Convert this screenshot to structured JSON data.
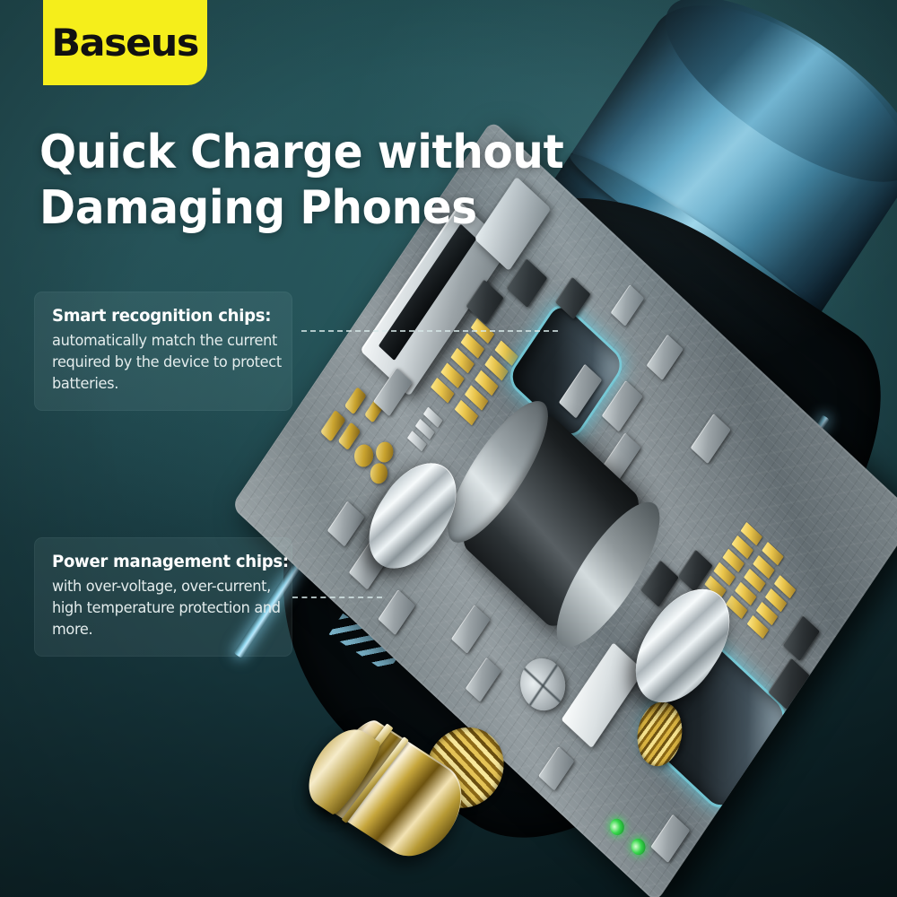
{
  "brand": {
    "logo_text": "Baseus",
    "logo_bg": "#f5ee1b",
    "logo_fg": "#111111"
  },
  "headline": {
    "line1": "Quick Charge without",
    "line2": "Damaging Phones",
    "color": "#ffffff"
  },
  "callouts": [
    {
      "title": "Smart recognition chips:",
      "body": "automatically match the current required by the device to protect batteries."
    },
    {
      "title": "Power management chips:",
      "body": "with over-voltage, over-current, high temperature protection and more."
    }
  ],
  "theme": {
    "background_dark": "#081a1e",
    "background_mid": "#1e444a",
    "background_light": "#2a5e63",
    "accent_cyan": "#8ed8f2",
    "metal_blue": "#5ea5c4",
    "pcb_gray": "#8b9498",
    "gold": "#e8c34a",
    "led_green": "#35d64a"
  },
  "product": {
    "name": "car-charger-cutaway",
    "parts": [
      "metal-blue-housing",
      "usb-port",
      "circuit-board",
      "electrolytic-capacitor",
      "smart-recognition-chip",
      "power-management-chip",
      "gold-plated-plug-tip",
      "contact-spring",
      "side-release-buttons",
      "status-leds"
    ]
  },
  "leaders": {
    "leader_1_target": "smart-recognition-chip",
    "leader_2_target": "power-management-chip"
  }
}
